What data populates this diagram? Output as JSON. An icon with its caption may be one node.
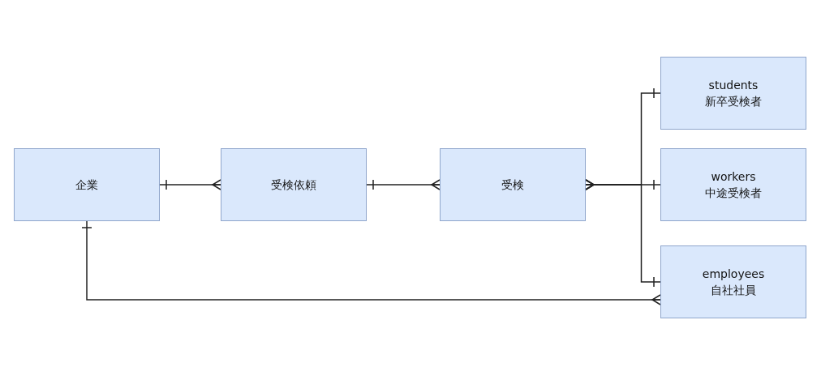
{
  "diagram": {
    "nodes": [
      {
        "text": [
          "企業"
        ]
      },
      {
        "text": [
          "受検依頼"
        ]
      },
      {
        "text": [
          "受検"
        ]
      },
      {
        "text": [
          "students",
          "新卒受検者"
        ]
      },
      {
        "text": [
          "workers",
          "中途受検者"
        ]
      },
      {
        "text": [
          "employees",
          "自社社員"
        ]
      }
    ],
    "edges": [
      {
        "from": 0,
        "to": 1,
        "arrow": "other"
      },
      {
        "from": 1,
        "to": 2,
        "arrow": "other"
      },
      {
        "from": 3,
        "to": 2,
        "arrow": "other"
      },
      {
        "from": 4,
        "to": 2,
        "arrow": "other"
      },
      {
        "from": 5,
        "to": 2,
        "arrow": "other"
      },
      {
        "from": 0,
        "to": 5,
        "arrow": "other"
      }
    ]
  }
}
